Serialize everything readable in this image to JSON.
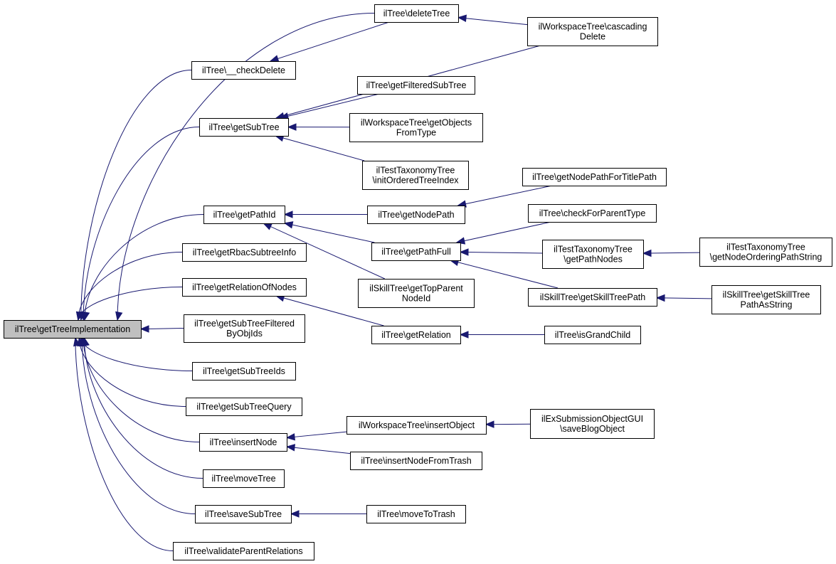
{
  "graph": {
    "title": "",
    "edge_color": "#191970",
    "root_fill": "#bfbfbf",
    "nodes": [
      {
        "id": "n0",
        "lines": [
          "ilTree\\getTreeImplementation"
        ],
        "root": true
      },
      {
        "id": "n1",
        "lines": [
          "ilTree\\__checkDelete"
        ]
      },
      {
        "id": "n2",
        "lines": [
          "ilTree\\getSubTree"
        ]
      },
      {
        "id": "n3",
        "lines": [
          "ilTree\\getPathId"
        ]
      },
      {
        "id": "n4",
        "lines": [
          "ilTree\\getRbacSubtreeInfo"
        ]
      },
      {
        "id": "n5",
        "lines": [
          "ilTree\\getRelationOfNodes"
        ]
      },
      {
        "id": "n6",
        "lines": [
          "ilTree\\getSubTreeFiltered",
          "ByObjIds"
        ]
      },
      {
        "id": "n7",
        "lines": [
          "ilTree\\getSubTreeIds"
        ]
      },
      {
        "id": "n8",
        "lines": [
          "ilTree\\getSubTreeQuery"
        ]
      },
      {
        "id": "n9",
        "lines": [
          "ilTree\\insertNode"
        ]
      },
      {
        "id": "n10",
        "lines": [
          "ilTree\\moveTree"
        ]
      },
      {
        "id": "n11",
        "lines": [
          "ilTree\\saveSubTree"
        ]
      },
      {
        "id": "n12",
        "lines": [
          "ilTree\\validateParentRelations"
        ]
      },
      {
        "id": "n13",
        "lines": [
          "ilTree\\deleteTree"
        ]
      },
      {
        "id": "n14",
        "lines": [
          "ilTree\\getFilteredSubTree"
        ]
      },
      {
        "id": "n15",
        "lines": [
          "ilWorkspaceTree\\getObjects",
          "FromType"
        ]
      },
      {
        "id": "n16",
        "lines": [
          "ilTestTaxonomyTree",
          "\\initOrderedTreeIndex"
        ]
      },
      {
        "id": "n17",
        "lines": [
          "ilTree\\getNodePath"
        ]
      },
      {
        "id": "n18",
        "lines": [
          "ilTree\\getPathFull"
        ]
      },
      {
        "id": "n19",
        "lines": [
          "ilSkillTree\\getTopParent",
          "NodeId"
        ]
      },
      {
        "id": "n20",
        "lines": [
          "ilTree\\getRelation"
        ]
      },
      {
        "id": "n21",
        "lines": [
          "ilWorkspaceTree\\insertObject"
        ]
      },
      {
        "id": "n22",
        "lines": [
          "ilTree\\insertNodeFromTrash"
        ]
      },
      {
        "id": "n23",
        "lines": [
          "ilTree\\moveToTrash"
        ]
      },
      {
        "id": "n24",
        "lines": [
          "ilWorkspaceTree\\cascading",
          "Delete"
        ]
      },
      {
        "id": "n25",
        "lines": [
          "ilTree\\getNodePathForTitlePath"
        ]
      },
      {
        "id": "n26",
        "lines": [
          "ilTree\\checkForParentType"
        ]
      },
      {
        "id": "n27",
        "lines": [
          "ilTestTaxonomyTree",
          "\\getPathNodes"
        ]
      },
      {
        "id": "n28",
        "lines": [
          "ilSkillTree\\getSkillTreePath"
        ]
      },
      {
        "id": "n29",
        "lines": [
          "ilTree\\isGrandChild"
        ]
      },
      {
        "id": "n30",
        "lines": [
          "ilExSubmissionObjectGUI",
          "\\saveBlogObject"
        ]
      },
      {
        "id": "n31",
        "lines": [
          "ilTestTaxonomyTree",
          "\\getNodeOrderingPathString"
        ]
      },
      {
        "id": "n32",
        "lines": [
          "ilSkillTree\\getSkillTree",
          "PathAsString"
        ]
      }
    ],
    "edges": [
      {
        "from": "n1",
        "to": "n0"
      },
      {
        "from": "n2",
        "to": "n0"
      },
      {
        "from": "n3",
        "to": "n0"
      },
      {
        "from": "n4",
        "to": "n0"
      },
      {
        "from": "n5",
        "to": "n0"
      },
      {
        "from": "n6",
        "to": "n0"
      },
      {
        "from": "n7",
        "to": "n0"
      },
      {
        "from": "n8",
        "to": "n0"
      },
      {
        "from": "n9",
        "to": "n0"
      },
      {
        "from": "n10",
        "to": "n0"
      },
      {
        "from": "n11",
        "to": "n0"
      },
      {
        "from": "n12",
        "to": "n0"
      },
      {
        "from": "n13",
        "to": "n0"
      },
      {
        "from": "n13",
        "to": "n1"
      },
      {
        "from": "n24",
        "to": "n13"
      },
      {
        "from": "n24",
        "to": "n2"
      },
      {
        "from": "n14",
        "to": "n2"
      },
      {
        "from": "n15",
        "to": "n2"
      },
      {
        "from": "n16",
        "to": "n2"
      },
      {
        "from": "n17",
        "to": "n3"
      },
      {
        "from": "n18",
        "to": "n3"
      },
      {
        "from": "n19",
        "to": "n3"
      },
      {
        "from": "n25",
        "to": "n17"
      },
      {
        "from": "n26",
        "to": "n18"
      },
      {
        "from": "n27",
        "to": "n18"
      },
      {
        "from": "n28",
        "to": "n18"
      },
      {
        "from": "n31",
        "to": "n27"
      },
      {
        "from": "n32",
        "to": "n28"
      },
      {
        "from": "n20",
        "to": "n5"
      },
      {
        "from": "n29",
        "to": "n20"
      },
      {
        "from": "n21",
        "to": "n9"
      },
      {
        "from": "n22",
        "to": "n9"
      },
      {
        "from": "n30",
        "to": "n21"
      },
      {
        "from": "n23",
        "to": "n11"
      }
    ]
  }
}
